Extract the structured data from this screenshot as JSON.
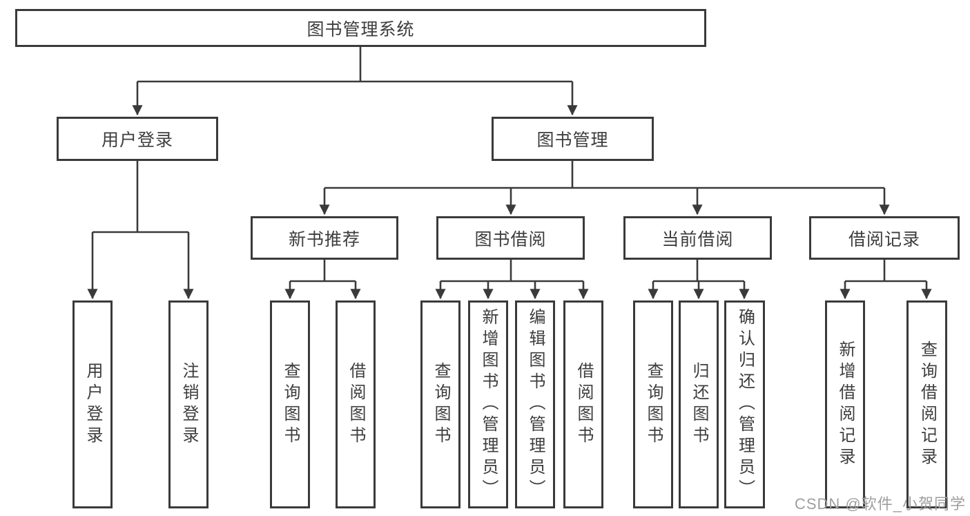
{
  "diagram": {
    "watermark": "CSDN @软件_小贺同学",
    "colors": {
      "line": "#3a3a3a",
      "text": "#3d3d3d",
      "watermark": "#9e9e9e",
      "background": "#ffffff"
    },
    "nodes": {
      "root": {
        "label": "图书管理系统"
      },
      "user_login": {
        "label": "用户登录",
        "parent": "图书管理系统"
      },
      "book_management": {
        "label": "图书管理",
        "parent": "图书管理系统"
      },
      "new_book_recommend": {
        "label": "新书推荐",
        "parent": "图书管理"
      },
      "book_borrow": {
        "label": "图书借阅",
        "parent": "图书管理"
      },
      "current_borrow": {
        "label": "当前借阅",
        "parent": "图书管理"
      },
      "borrow_records": {
        "label": "借阅记录",
        "parent": "图书管理"
      },
      "leaves": [
        {
          "label": "用户登录",
          "parent": "用户登录"
        },
        {
          "label": "注销登录",
          "parent": "用户登录"
        },
        {
          "label": "查询图书",
          "parent": "新书推荐"
        },
        {
          "label": "借阅图书",
          "parent": "新书推荐"
        },
        {
          "label": "查询图书",
          "parent": "图书借阅"
        },
        {
          "label": "新增图书（管理员）",
          "parent": "图书借阅"
        },
        {
          "label": "编辑图书（管理员）",
          "parent": "图书借阅"
        },
        {
          "label": "借阅图书",
          "parent": "图书借阅"
        },
        {
          "label": "查询图书",
          "parent": "当前借阅"
        },
        {
          "label": "归还图书",
          "parent": "当前借阅"
        },
        {
          "label": "确认归还（管理员）",
          "parent": "当前借阅"
        },
        {
          "label": "新增借阅记录",
          "parent": "借阅记录"
        },
        {
          "label": "查询借阅记录",
          "parent": "借阅记录"
        }
      ]
    }
  }
}
